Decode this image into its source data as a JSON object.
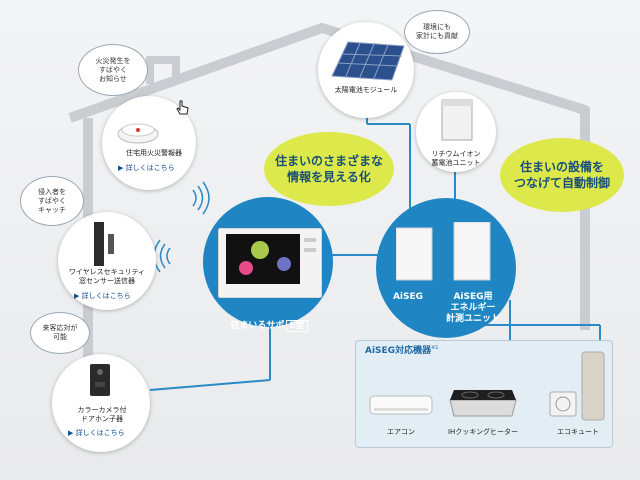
{
  "bubbles": {
    "fire": [
      "火災発生を",
      "すばやく",
      "お知らせ"
    ],
    "intruder": [
      "侵入者を",
      "すばやく",
      "キャッチ"
    ],
    "visitor": [
      "来客応対が",
      "可能"
    ],
    "eco": [
      "環境にも",
      "家計にも貢献"
    ]
  },
  "headlines": {
    "visualize": [
      "住まいのさまざまな",
      "情報を見える化"
    ],
    "control": [
      "住まいの設備を",
      "つなげて自動制御"
    ]
  },
  "devices": {
    "fire_alarm": {
      "label": "住宅用火災警報器",
      "link": "詳しくはこちら"
    },
    "security": {
      "label_lines": [
        "ワイヤレスセキュリティ",
        "窓センサー送信器"
      ],
      "link": "詳しくはこちら"
    },
    "doorphone": {
      "label_lines": [
        "カラーカメラ付",
        "ドアホン子器"
      ],
      "link": "詳しくはこちら"
    },
    "solar": {
      "label": "太陽電池モジュール"
    },
    "battery": {
      "label_lines": [
        "リチウムイオン",
        "蓄電池ユニット"
      ]
    },
    "monitor": {
      "label": "住まいるサポ",
      "badge": "E型"
    },
    "aiseg": {
      "label": "AiSEG"
    },
    "meter": {
      "label_lines": [
        "AiSEG用",
        "エネルギー",
        "計測ユニット"
      ]
    }
  },
  "panel": {
    "title": "AiSEG対応機器",
    "note": "※1",
    "items": [
      "エアコン",
      "IHクッキングヒーター",
      "エコキュート"
    ]
  },
  "link_arrow": "▶",
  "colors": {
    "accent_blue": "#1f86c3",
    "headline_yellow": "#dde94a",
    "line_blue": "#2a8ac7"
  }
}
